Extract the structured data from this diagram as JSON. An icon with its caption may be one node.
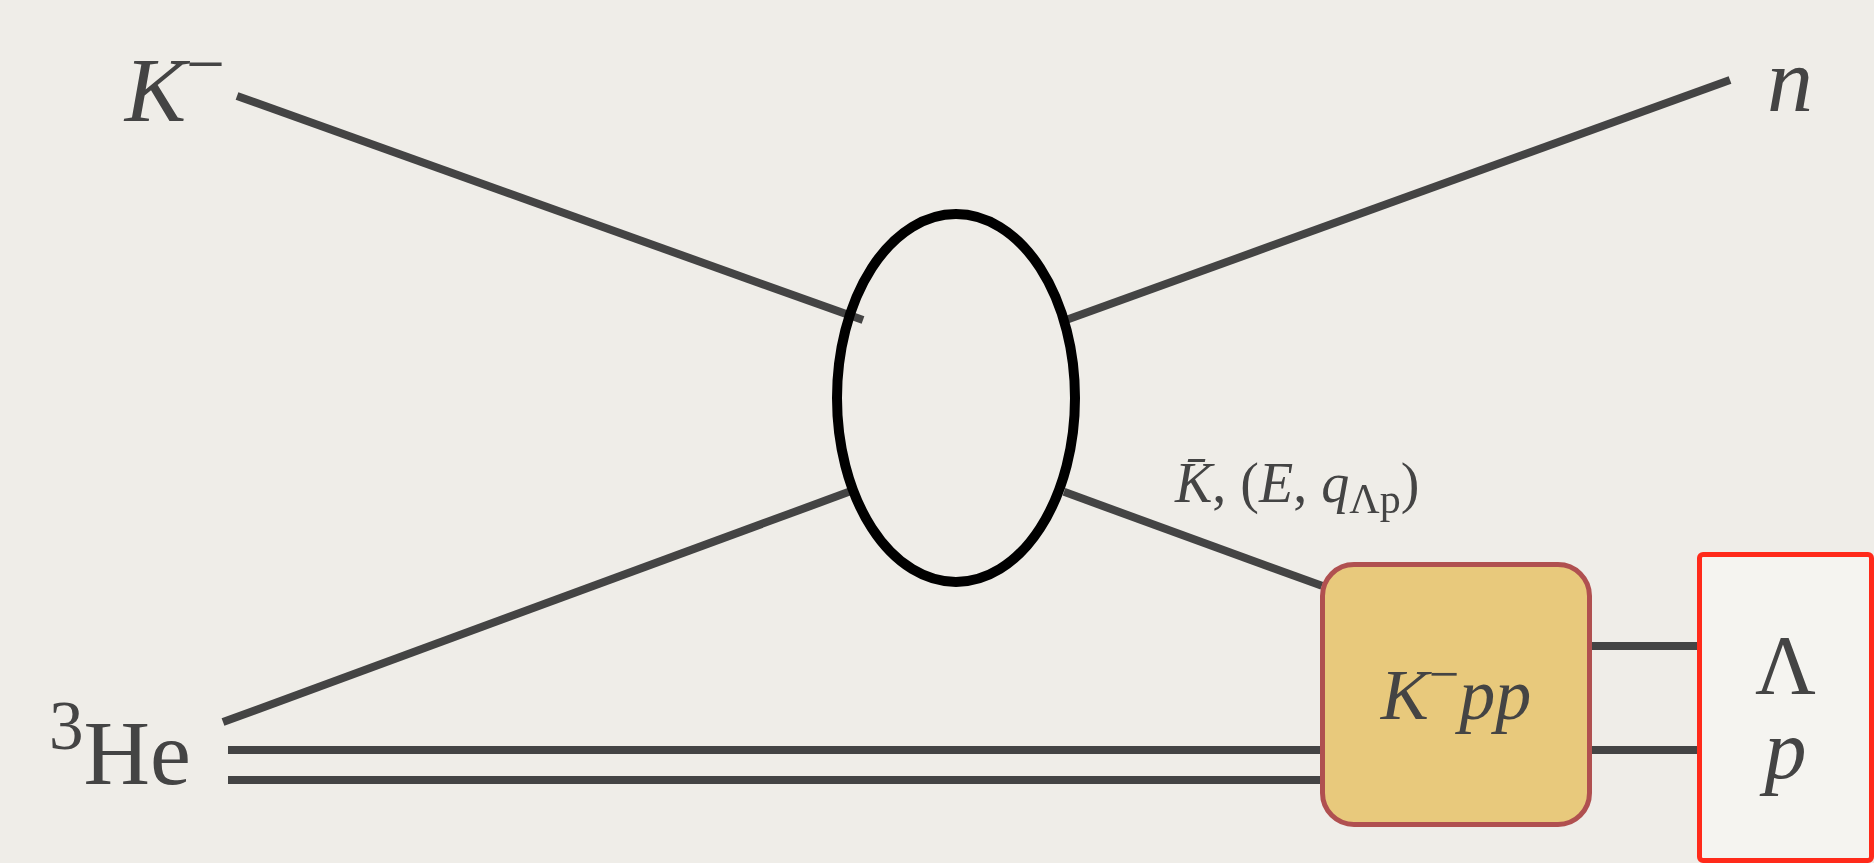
{
  "diagram": {
    "nodes": [
      {
        "text": [
          "*K*$^{−}$"
        ]
      },
      {
        "text": [
          "*n*"
        ]
      },
      {
        "text": [],
        "shape": "ellipse"
      },
      {
        "text": [
          "$^{3}$He"
        ]
      },
      {
        "text": [
          "*K*$^{−}$*pp*"
        ]
      },
      {
        "text": [
          "Λ",
          "*p*"
        ]
      }
    ],
    "edges": [
      {
        "from": 0,
        "to": 2,
        "arrow": "none"
      },
      {
        "from": 2,
        "to": 1,
        "arrow": "none"
      },
      {
        "from": 3,
        "to": 2,
        "arrow": "none"
      },
      {
        "from": 2,
        "to": 4,
        "arrow": "none",
        "label": "*K̄*, (*E*, *q*$_{Λp}$)"
      },
      {
        "from": 3,
        "to": 4,
        "arrow": "none"
      },
      {
        "from": 3,
        "to": 4,
        "arrow": "none"
      },
      {
        "from": 4,
        "to": 5,
        "arrow": "none"
      },
      {
        "from": 4,
        "to": 5,
        "arrow": "none"
      }
    ]
  }
}
